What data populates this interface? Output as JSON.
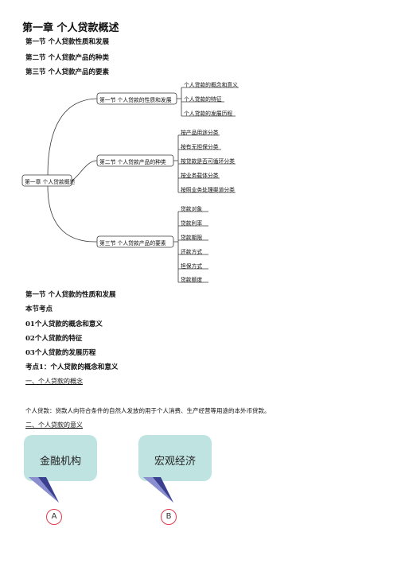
{
  "title": "第一章 个人贷款概述",
  "toc": [
    "第一节 个人贷款性质和发展",
    "第二节 个人贷款产品的种类",
    "第三节 个人贷款产品的要素"
  ],
  "mindmap": {
    "root": "第一章 个人贷款概述",
    "branches": [
      {
        "label": "第一节 个人贷款的性质和发展",
        "children": [
          "个人贷款的概念和意义",
          "个人贷款的特征",
          "个人贷款的发展历程"
        ]
      },
      {
        "label": "第二节 个人贷款产品的种类",
        "children": [
          "按产品用途分类",
          "按有无担保分类",
          "按贷款是否可循环分类",
          "按业务载体分类",
          "按照业务处理渠道分类"
        ]
      },
      {
        "label": "第三节 个人贷款产品的要素",
        "children": [
          "贷款对象",
          "贷款利率",
          "贷款期限",
          "还款方式",
          "担保方式",
          "贷款额度"
        ]
      }
    ]
  },
  "body": {
    "section_title": "第一节 个人贷款的性质和发展",
    "key_points_heading": "本节考点",
    "key_points": [
      "01个人贷款的概念和意义",
      "02个人贷款的特征",
      "03个人贷款的发展历程"
    ],
    "focus_heading": "考点1：个人贷款的概念和意义",
    "sub1": "一、个人贷款的概念",
    "definition": "个人贷款：贷款人向符合条件的自然人发放的用于个人消费、生产经营等用途的本外币贷款。",
    "sub2": "二、个人贷款的意义"
  },
  "cards": [
    {
      "label": "金融机构",
      "badge": "A"
    },
    {
      "label": "宏观经济",
      "badge": "B"
    }
  ],
  "colors": {
    "mindmap_line": "#3a3a3a",
    "card_bg": "#bfe3e1",
    "arrow_dark": "#3b3f8f",
    "arrow_light": "#8a8fd0",
    "badge_border": "#e03c4c"
  }
}
